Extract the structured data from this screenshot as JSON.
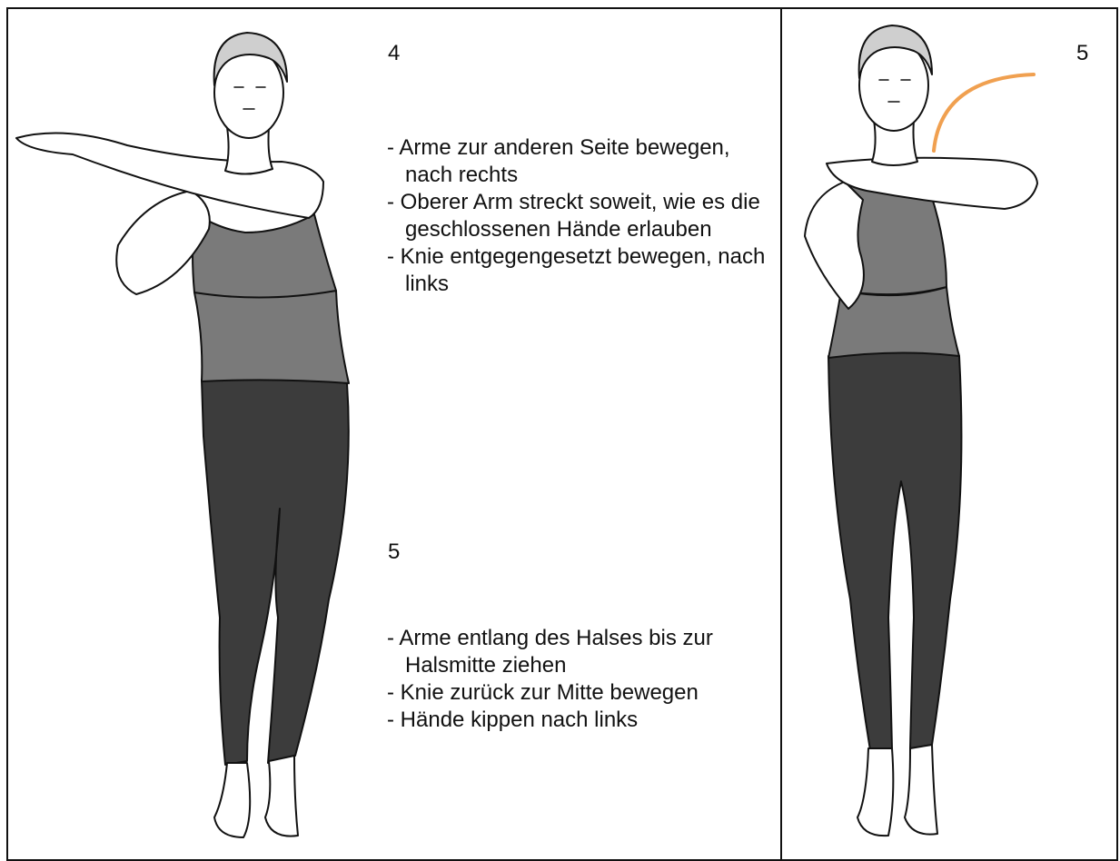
{
  "panel_left": {
    "step_a": {
      "number": "4",
      "items": [
        "Arme zur anderen Seite bewegen, nach rechts",
        "Oberer Arm streckt soweit, wie es die geschlossenen Hände erlauben",
        "Knie entgegengesetzt bewegen, nach links"
      ]
    },
    "step_b": {
      "number": "5",
      "items": [
        "Arme entlang des Halses bis zur Halsmitte ziehen",
        "Knie zurück zur Mitte bewegen",
        "Hände kippen nach links"
      ]
    }
  },
  "panel_right": {
    "number": "5",
    "arc_color": "#F0A050"
  },
  "colors": {
    "pants": "#3c3c3c",
    "top": "#7a7a7a",
    "skin": "#ffffff",
    "outline": "#111111"
  }
}
